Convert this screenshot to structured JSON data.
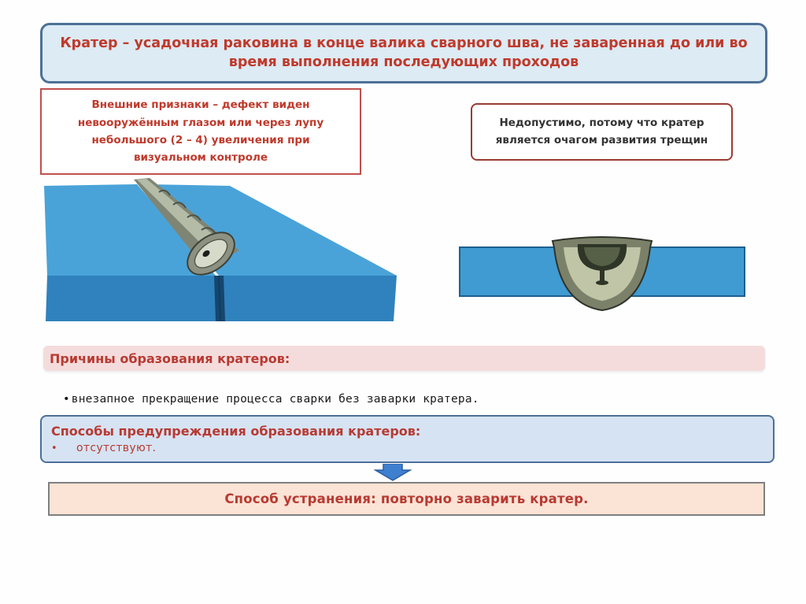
{
  "title": "Кратер – усадочная раковина в конце валика сварного шва, не заваренная до или во время выполнения последующих проходов",
  "signs": "Внешние признаки – дефект виден невооружённым глазом или через лупу небольшого (2 – 4) увеличения при визуальном контроле",
  "unacceptable": "Недопустимо, потому что кратер является очагом развития трещин",
  "causes": {
    "heading": "Причины образования кратеров:",
    "items": [
      {
        "bullet": "•",
        "text": "внезапное прекращение процесса сварки без заварки кратера."
      }
    ]
  },
  "prevention": {
    "heading": "Способы предупреждения образования кратеров:",
    "items": [
      {
        "bullet": "•",
        "text": "отсутствуют."
      }
    ]
  },
  "fix": "Способ устранения: повторно заварить кратер.",
  "colors": {
    "accent_red": "#c0392b",
    "plate_blue": "#3f9bd1",
    "title_border": "#4d7196",
    "arrow_blue": "#3f7fd0"
  }
}
